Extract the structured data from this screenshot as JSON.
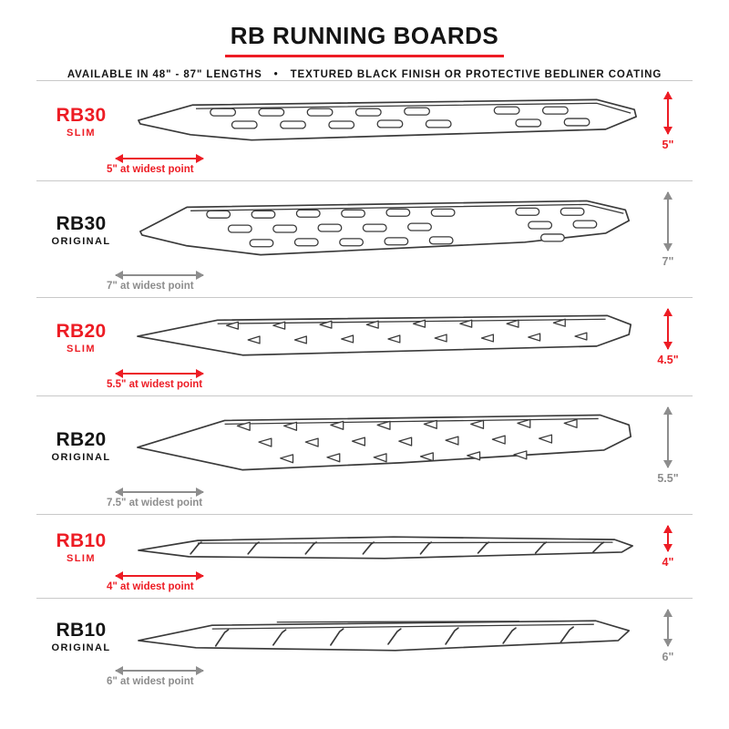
{
  "header": {
    "title": "RB RUNNING BOARDS",
    "subtitle_left": "AVAILABLE IN 48\" - 87\" LENGTHS",
    "subtitle_bullet": "•",
    "subtitle_right": "TEXTURED BLACK FINISH OR PROTECTIVE BEDLINER COATING"
  },
  "colors": {
    "accent_red": "#ed1c24",
    "measure_gray": "#8d8d8d",
    "line_gray": "#c9c9c9",
    "drawing_stroke": "#3a3a3a",
    "text_black": "#141414"
  },
  "rows": [
    {
      "model": "RB30",
      "variant": "SLIM",
      "style": "slim",
      "width_label": "5\" at widest point",
      "height_label": "5\""
    },
    {
      "model": "RB30",
      "variant": "ORIGINAL",
      "style": "original",
      "width_label": "7\" at widest point",
      "height_label": "7\""
    },
    {
      "model": "RB20",
      "variant": "SLIM",
      "style": "slim",
      "width_label": "5.5\" at widest point",
      "height_label": "4.5\""
    },
    {
      "model": "RB20",
      "variant": "ORIGINAL",
      "style": "original",
      "width_label": "7.5\" at widest point",
      "height_label": "5.5\""
    },
    {
      "model": "RB10",
      "variant": "SLIM",
      "style": "slim",
      "width_label": "4\" at widest point",
      "height_label": "4\""
    },
    {
      "model": "RB10",
      "variant": "ORIGINAL",
      "style": "original",
      "width_label": "6\" at widest point",
      "height_label": "6\""
    }
  ]
}
